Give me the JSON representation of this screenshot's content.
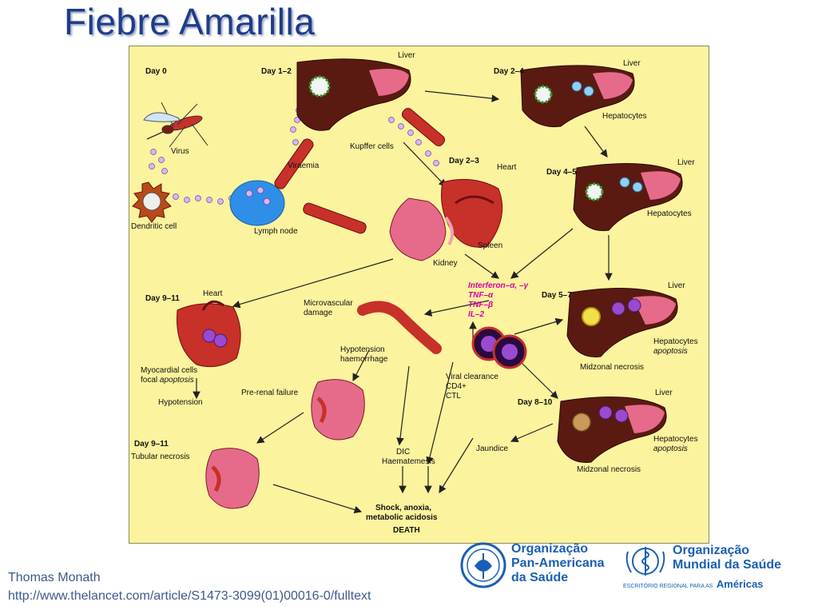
{
  "slide": {
    "title": "Fiebre Amarilla",
    "credit_author": "Thomas Monath",
    "credit_url": "http://www.thelancet.com/article/S1473-3099(01)00016-0/fulltext"
  },
  "figure": {
    "day0": "Day 0",
    "day12": "Day 1–2",
    "day24": "Day 2–4",
    "day23": "Day 2–3",
    "day45": "Day 4–5",
    "day57": "Day 5–7",
    "day810": "Day 8–10",
    "day911_heart": "Day 9–11",
    "day911_kidney": "Day 9–11",
    "liver1": "Liver",
    "liver2": "Liver",
    "liver3": "Liver",
    "liver4": "Liver",
    "liver5": "Liver",
    "hepatocytes1": "Hepatocytes",
    "hepatocytes2": "Hepatocytes",
    "hepatocytes3": "Hepatocytes",
    "hepatocytes4": "Hepatocytes",
    "apoptosis1": "apoptosis",
    "apoptosis2": "apoptosis",
    "kupffer": "Kupffer cells",
    "virus": "Virus",
    "viraemia": "Viraemia",
    "dendritic": "Dendritic cell",
    "lymph": "Lymph node",
    "heart1": "Heart",
    "heart2": "Heart",
    "spleen": "Spleen",
    "kidney": "Kidney",
    "ifn": "Interferon–α, –γ",
    "tnfa": "TNF–α",
    "tnfb": "TNF–β",
    "il2": "IL–2",
    "micro1": "Microvascular",
    "micro2": "damage",
    "hypo_haem1": "Hypotension",
    "hypo_haem2": "haemorrhage",
    "myo1": "Myocardial cells",
    "myo2": "focal ",
    "myo2b": "apoptosis",
    "hypotension": "Hypotension",
    "prerenal": "Pre-renal failure",
    "viral1": "Viral clearance",
    "viral2": "CD4+",
    "viral3": "CTL",
    "midzonal1": "Midzonal necrosis",
    "midzonal2": "Midzonal necrosis",
    "tubular": "Tubular necrosis",
    "dic1": "DIC",
    "dic2": "Haematemesis",
    "jaundice": "Jaundice",
    "shock1": "Shock, anoxia,",
    "shock2": "metabolic acidosis",
    "death": "DEATH"
  },
  "logos": {
    "paho_line1": "Organização",
    "paho_line2": "Pan-Americana",
    "paho_line3": "da Saúde",
    "opas_line1": "Organização",
    "opas_line2": "Mundial da Saúde",
    "opas_line3a": "ESCRITÓRIO REGIONAL PARA AS",
    "opas_line3b": "Américas"
  },
  "colors": {
    "title": "#1f3c88",
    "figure_bg": "#fcf39e",
    "liver": "#5a1a12",
    "organ_pink": "#e66b8a",
    "vessel": "#c8302a",
    "virion": "#c69ee6",
    "lymph": "#2f8fe8",
    "cytokine": "#d400a6",
    "logo_blue": "#1a5fb4"
  }
}
